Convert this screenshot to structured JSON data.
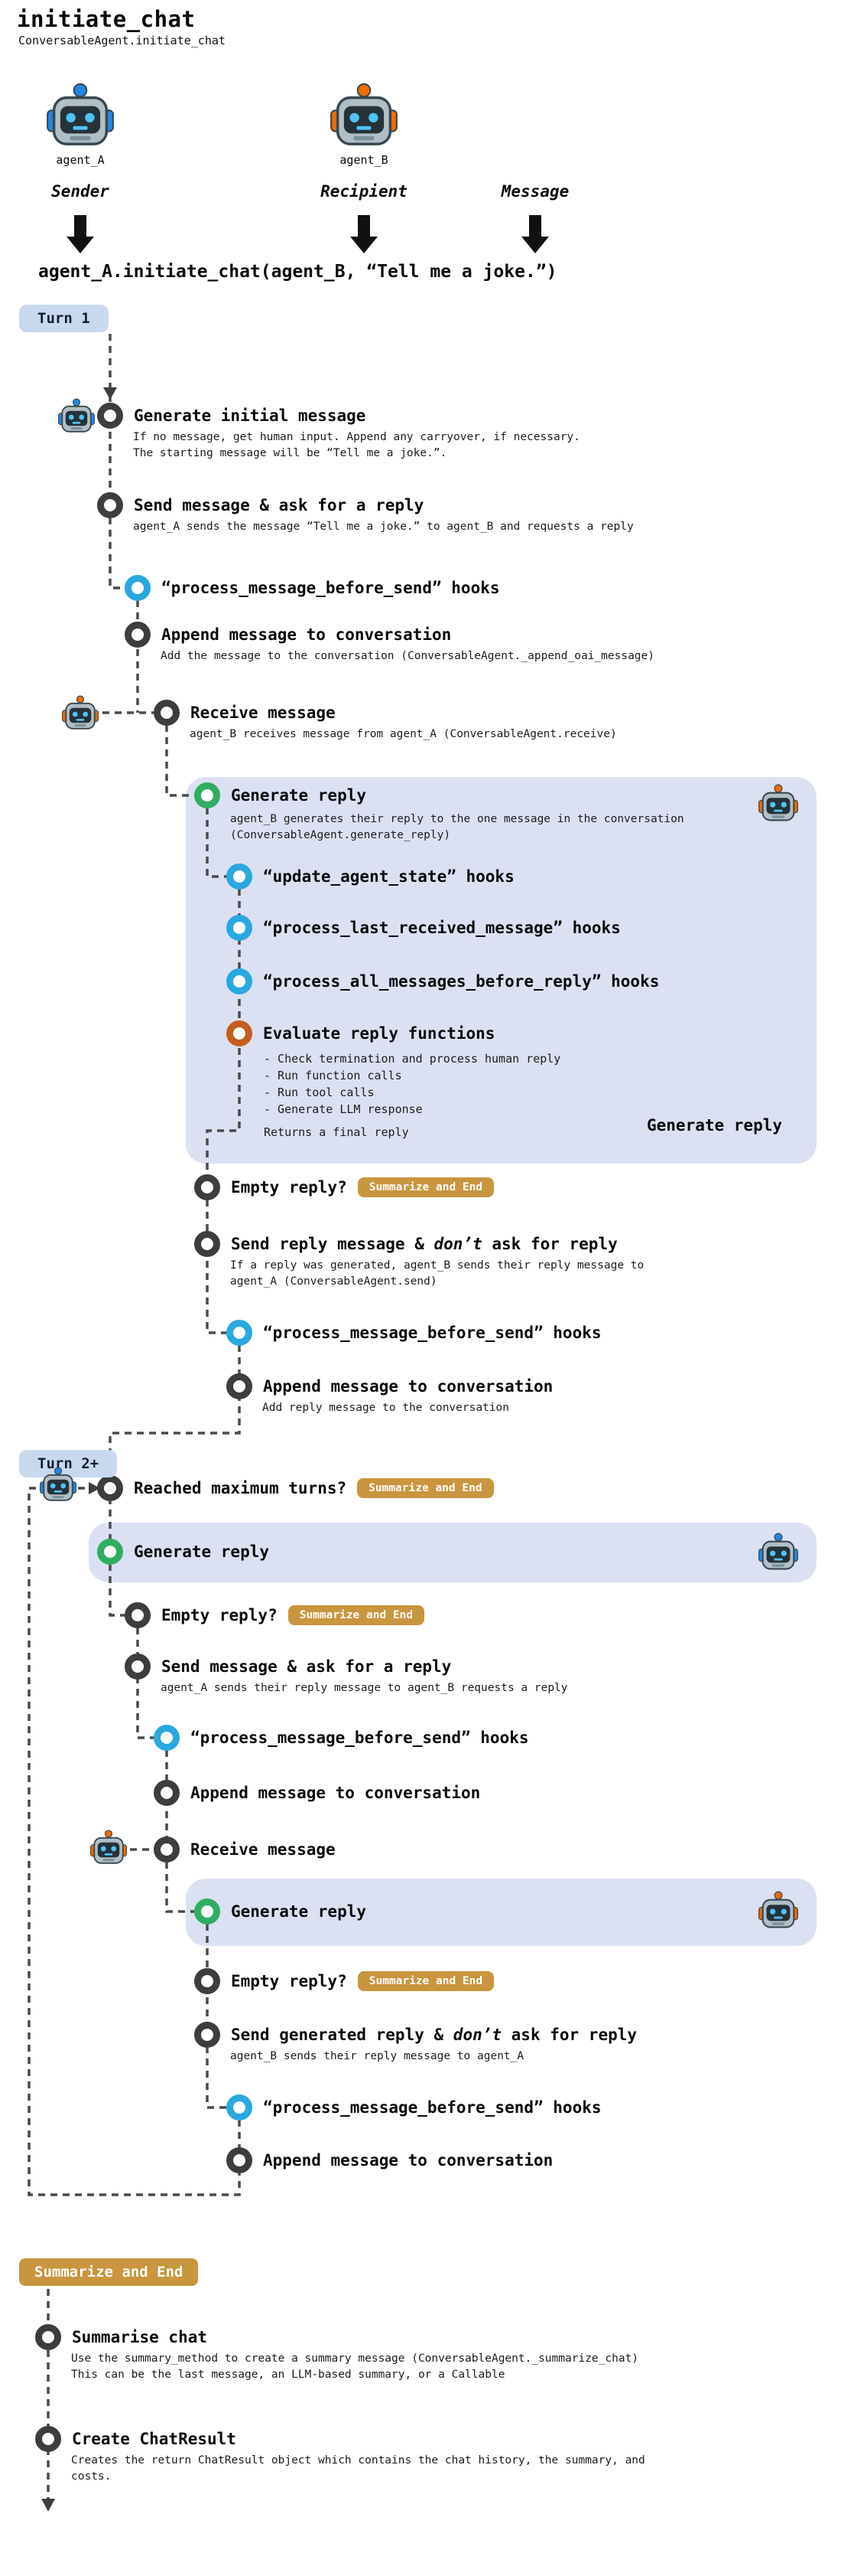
{
  "header": {
    "title": "initiate_chat",
    "subtitle": "ConversableAgent.initiate_chat",
    "agents": {
      "a": "agent_A",
      "b": "agent_B"
    },
    "roles": {
      "sender": "Sender",
      "recipient": "Recipient",
      "message": "Message"
    },
    "code_line": "agent_A.initiate_chat(agent_B, “Tell me a joke.”)"
  },
  "labels": {
    "turn1": "Turn 1",
    "turn2": "Turn 2+",
    "summarize_section": "Summarize and End"
  },
  "colors": {
    "node_dark": "#3d3d3d",
    "node_blue": "#29a8e0",
    "node_green": "#2fae62",
    "node_orange": "#c65d1d",
    "box_bg": "#dbe1f2",
    "turn_badge_bg": "#c8d9ef",
    "summarize_badge_bg": "#c9953e"
  },
  "turn1": {
    "nodes": [
      {
        "label": "Generate initial message",
        "sub": [
          "If no message, get human input. Append any carryover, if necessary.",
          "The starting message will be “Tell me a joke.”."
        ]
      },
      {
        "label": "Send message & ask for a reply",
        "sub": [
          "agent_A sends the message “Tell me a joke.” to agent_B and requests a reply"
        ]
      },
      {
        "label": "“process_message_before_send” hooks"
      },
      {
        "label": "Append message to conversation",
        "sub": [
          "Add the message to the conversation (ConversableAgent._append_oai_message)"
        ]
      },
      {
        "label": "Receive message",
        "sub": [
          "agent_B receives message from agent_A (ConversableAgent.receive)"
        ]
      },
      {
        "label": "Empty reply?",
        "badge": "Summarize and End"
      },
      {
        "label_pre": "Send reply message & ",
        "label_em": "don’t",
        "label_post": " ask for reply",
        "sub": [
          "If a reply was generated, agent_B sends their reply message to",
          "agent_A (ConversableAgent.send)"
        ]
      },
      {
        "label": "“process_message_before_send” hooks"
      },
      {
        "label": "Append message to conversation",
        "sub": [
          "Add reply message to the conversation"
        ]
      }
    ],
    "reply_box": {
      "title": "Generate reply",
      "sub": [
        "agent_B generates their reply to the one message in the conversation",
        "(ConversableAgent.generate_reply)"
      ],
      "hooks": [
        "“update_agent_state” hooks",
        "“process_last_received_message” hooks",
        "“process_all_messages_before_reply” hooks"
      ],
      "evaluate": {
        "label": "Evaluate reply functions",
        "items": [
          "- Check termination and process human reply",
          "- Run function calls",
          "- Run tool calls",
          "- Generate LLM response"
        ],
        "returns": "Returns a final reply"
      },
      "footer": "Generate reply"
    }
  },
  "turn2": {
    "nodes": [
      {
        "label": "Reached maximum turns?",
        "badge": "Summarize and End"
      },
      {
        "label": "Empty reply?",
        "badge": "Summarize and End"
      },
      {
        "label": "Send message & ask for a reply",
        "sub": [
          "agent_A sends their reply message to agent_B requests a reply"
        ]
      },
      {
        "label": "“process_message_before_send” hooks"
      },
      {
        "label": "Append message to conversation"
      },
      {
        "label": "Receive message"
      },
      {
        "label": "Empty reply?",
        "badge": "Summarize and End"
      },
      {
        "label_pre": "Send generated reply & ",
        "label_em": "don’t",
        "label_post": " ask for reply",
        "sub": [
          "agent_B sends their reply message to agent_A"
        ]
      },
      {
        "label": "“process_message_before_send” hooks"
      },
      {
        "label": "Append message to conversation"
      }
    ],
    "reply_box_a": {
      "title": "Generate reply"
    },
    "reply_box_b": {
      "title": "Generate reply"
    }
  },
  "summary": {
    "badge": "Summarize and End",
    "nodes": [
      {
        "label": "Summarise chat",
        "sub": [
          "Use the summary_method to create a summary message (ConversableAgent._summarize_chat)",
          "This can be the last message, an LLM-based summary, or a Callable"
        ]
      },
      {
        "label": "Create ChatResult",
        "sub": [
          "Creates the return ChatResult object which contains the chat history, the summary, and",
          "costs."
        ]
      }
    ]
  }
}
